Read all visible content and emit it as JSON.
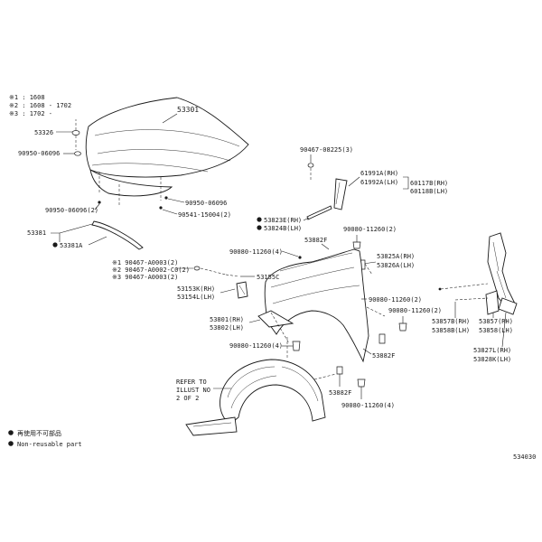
{
  "note_top": {
    "line1": "※1 : 1608",
    "line2": "※2 : 1608 - 1702",
    "line3": "※3 : 1702 -"
  },
  "callouts": {
    "hood": "53301",
    "hood_bumper": "53326",
    "hood_cushion": "90950-06096",
    "hood_cushion_2": "90950-06096(2)",
    "hood_bumper_2": "90950-06096",
    "clip_hood": "90541-15004(2)",
    "seal_main": "53381",
    "seal_sub": "53381A",
    "clip_a1": "※1 90467-A0003(2)",
    "clip_a2": "※2 90467-A0002-C0(2)",
    "clip_a3": "※3 90467-A0003(2)",
    "clip_top": "90467-08225(3)",
    "cover_rh": "61991A(RH)",
    "cover_lh": "61992A(LH)",
    "spacer_rh": "60117B(RH)",
    "spacer_lh": "60118B(LH)",
    "liner_seal_rh": "53823E(RH)",
    "liner_seal_lh": "53824B(LH)",
    "bolt_fender_1": "90080-11260(2)",
    "bracket_f": "53882F",
    "bolt_fender_2": "90080-11260(4)",
    "bracket_rh": "53825A(RH)",
    "bracket_lh": "53826A(LH)",
    "protector": "53155C",
    "guard_rh": "53153K(RH)",
    "guard_lh": "53154L(LH)",
    "bolt_fender_3": "90080-11260(2)",
    "bolt_fender_4": "90080-11260(2)",
    "fender_rh": "53801(RH)",
    "fender_lh": "53802(LH)",
    "bolt_fender_5": "90080-11260(4)",
    "bracket_f2": "53882F",
    "seal_rh": "53857B(RH)",
    "seal_lh": "53858B(LH)",
    "seal2_rh": "53857(RH)",
    "seal2_lh": "53858(LH)",
    "seal3_rh": "53827L(RH)",
    "seal3_lh": "53828K(LH)",
    "bracket_f3": "53882F",
    "bolt_fender_6": "90080-11260(4)",
    "refer_1": "REFER TO",
    "refer_2": "ILLUST NO",
    "refer_3": "2 OF 2"
  },
  "legend": {
    "jp": "再使用不可部品",
    "en": "Non-reusable part"
  },
  "diagram_id": "534030"
}
